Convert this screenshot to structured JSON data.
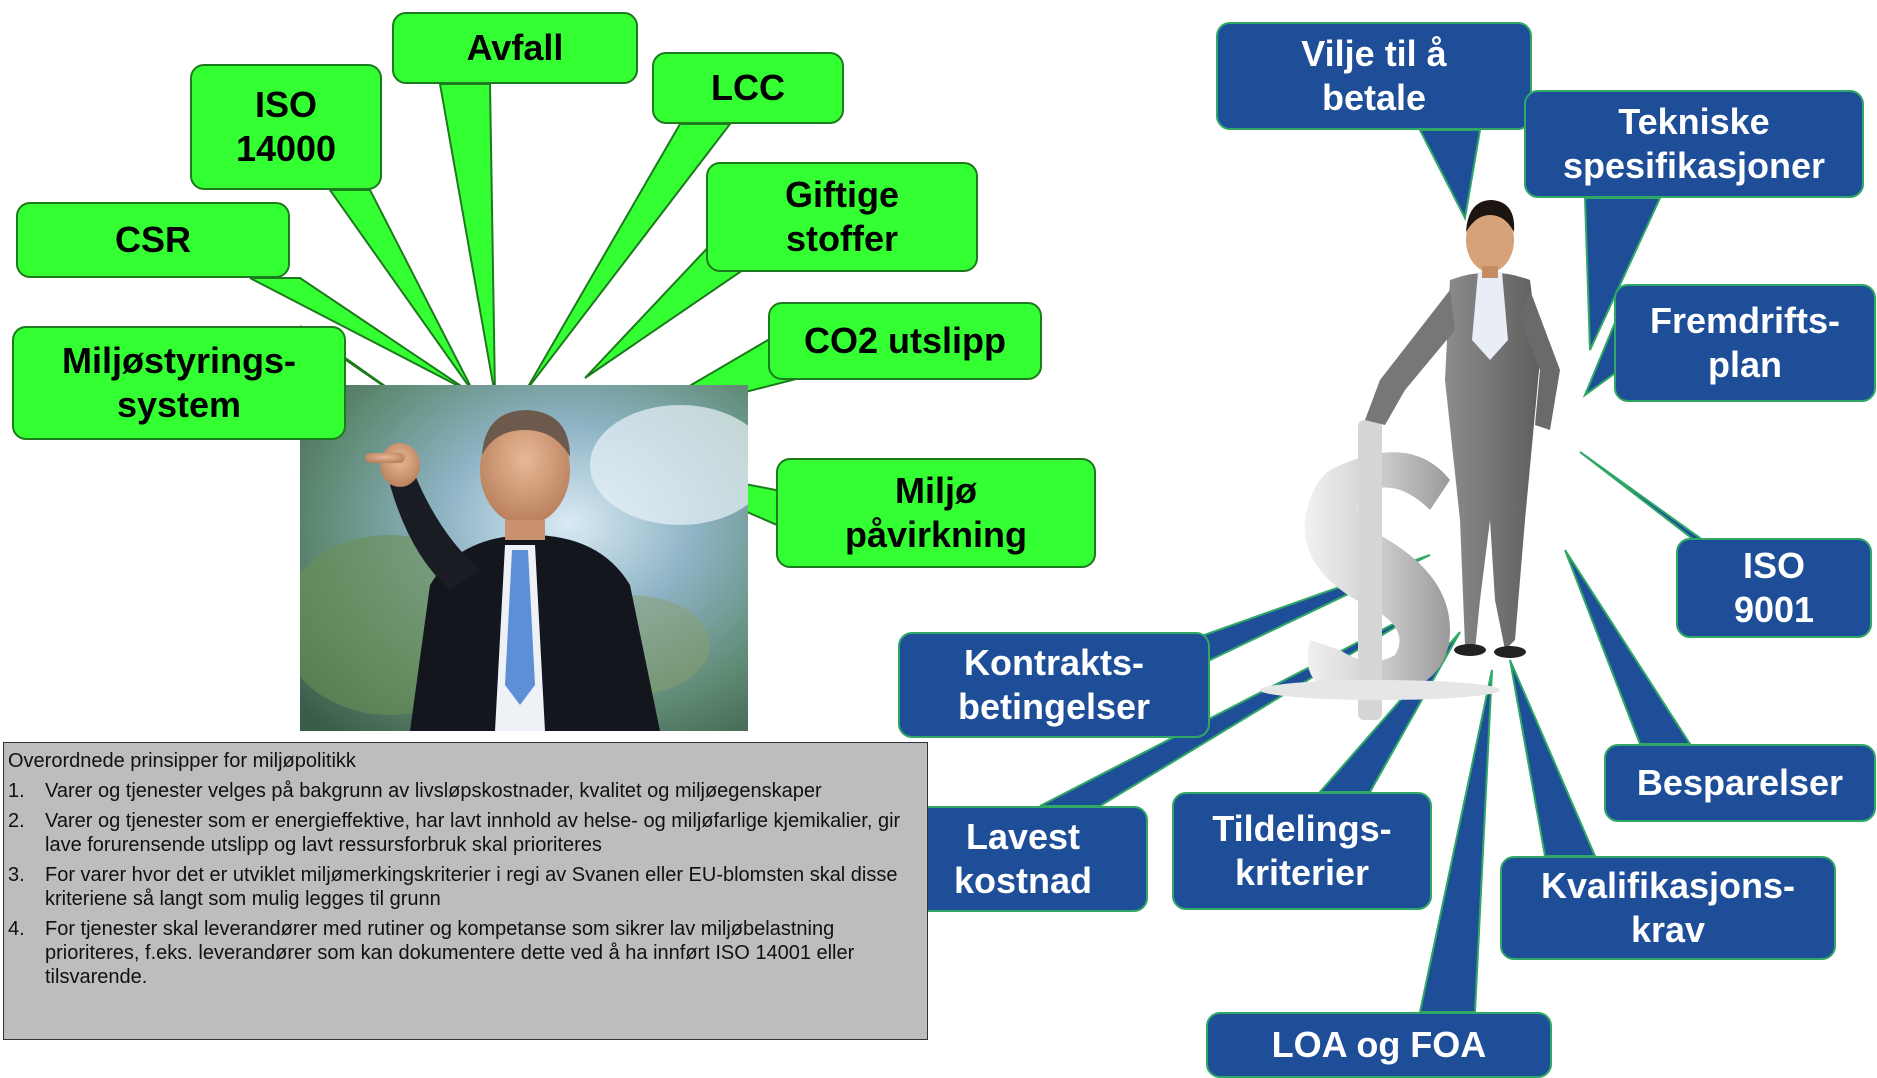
{
  "left_bubbles": [
    {
      "id": "csr",
      "label": "CSR"
    },
    {
      "id": "iso14000",
      "label": "ISO\n14000"
    },
    {
      "id": "avfall",
      "label": "Avfall"
    },
    {
      "id": "lcc",
      "label": "LCC"
    },
    {
      "id": "giftige",
      "label": "Giftige\nstoffer"
    },
    {
      "id": "co2",
      "label": "CO2 utslipp"
    },
    {
      "id": "miljostyring",
      "label": "Miljøstyrings-\nsystem"
    },
    {
      "id": "miljopavirkning",
      "label": "Miljø\npåvirkning"
    }
  ],
  "right_bubbles": [
    {
      "id": "vilje",
      "label": "Vilje til å\nbetale"
    },
    {
      "id": "tekniske",
      "label": "Tekniske\nspesifikasjoner"
    },
    {
      "id": "fremdrift",
      "label": "Fremdrifts-\nplan"
    },
    {
      "id": "iso9001",
      "label": "ISO\n9001"
    },
    {
      "id": "kontrakt",
      "label": "Kontrakts-\nbetingelser"
    },
    {
      "id": "besparelser",
      "label": "Besparelser"
    },
    {
      "id": "lavest",
      "label": "Lavest\nkostnad"
    },
    {
      "id": "tildeling",
      "label": "Tildelings-\nkriterier"
    },
    {
      "id": "kvalifikasjon",
      "label": "Kvalifikasjons-\nkrav"
    },
    {
      "id": "loa",
      "label": "LOA og FOA"
    }
  ],
  "policy": {
    "heading": "Overordnede prinsipper for miljøpolitikk",
    "items": [
      {
        "num": "1.",
        "text": "Varer og tjenester velges på bakgrunn av livsløpskostnader, kvalitet og miljøegenskaper"
      },
      {
        "num": "2.",
        "text": "Varer og tjenester som er energieffektive, har lavt innhold av helse- og miljøfarlige kjemikalier, gir lave forurensende utslipp og lavt ressursforbruk skal prioriteres"
      },
      {
        "num": "3.",
        "text": "For varer hvor det er utviklet miljømerkingskriterier i regi av Svanen eller EU-blomsten skal disse kriteriene så langt som mulig legges til grunn"
      },
      {
        "num": "4.",
        "text": "For tjenester skal leverandører med rutiner og kompetanse som sikrer lav miljøbelastning prioriteres, f.eks. leverandører som kan dokumentere dette ved å ha innført ISO 14001 eller tilsvarende."
      }
    ]
  },
  "colors": {
    "green_fill": "#33ff33",
    "green_border": "#1d7a1d",
    "blue_fill": "#1f4e99",
    "blue_border": "#2fa866",
    "textbox_fill": "#bdbdbd"
  }
}
